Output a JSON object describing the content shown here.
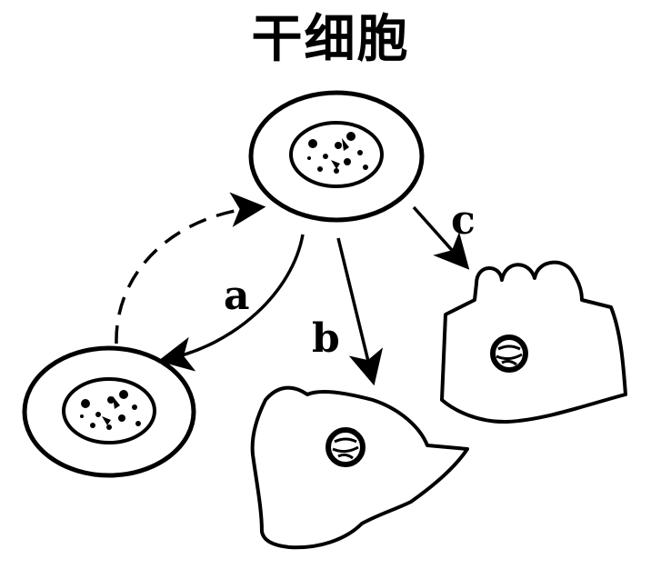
{
  "diagram": {
    "title": "干细胞",
    "labels": {
      "a": "a",
      "b": "b",
      "c": "c"
    },
    "colors": {
      "stroke": "#000000",
      "background": "#ffffff"
    }
  }
}
